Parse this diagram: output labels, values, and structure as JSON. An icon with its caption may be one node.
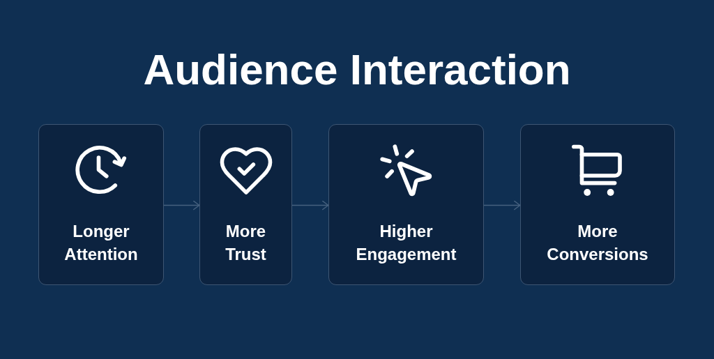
{
  "diagram": {
    "title": "Audience Interaction",
    "nodes": [
      {
        "text": [
          "Longer Attention"
        ]
      },
      {
        "text": [
          "More Trust"
        ]
      },
      {
        "text": [
          "Higher Engagement"
        ]
      },
      {
        "text": [
          "More Conversions"
        ]
      }
    ],
    "edges": [
      {
        "from": 0,
        "to": 1,
        "arrow": "to"
      },
      {
        "from": 1,
        "to": 2,
        "arrow": "to"
      },
      {
        "from": 2,
        "to": 3,
        "arrow": "to"
      }
    ]
  }
}
